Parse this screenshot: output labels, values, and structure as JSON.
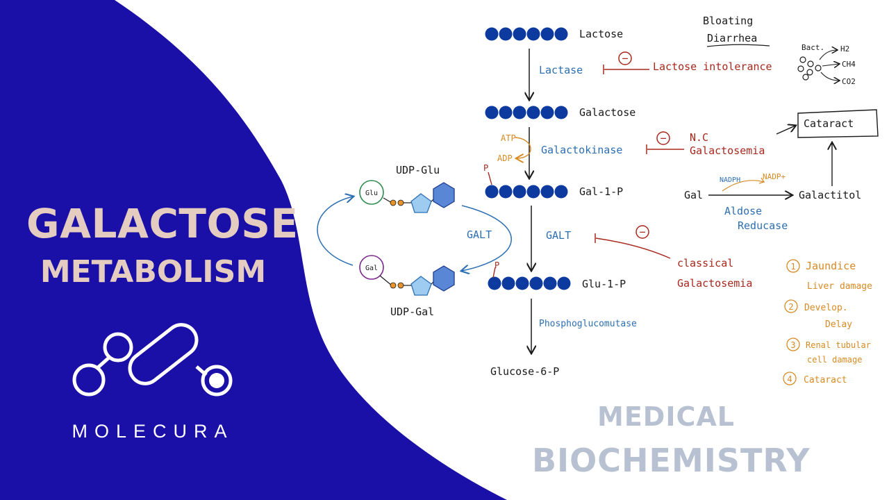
{
  "title": {
    "line1": "GALACTOSE",
    "line2": "METABOLISM"
  },
  "brand": {
    "name": "MOLECURA"
  },
  "subtitle": {
    "line1": "MEDICAL",
    "line2": "BIOCHEMISTRY"
  },
  "colors": {
    "panel": "#1a0fa7",
    "title": "#e4cdc0",
    "subtitle": "#b7c1d1",
    "bead": "#0d3a9e",
    "enzyme": "#2c6fb3",
    "disease": "#a8281d",
    "symptom": "#d88a23",
    "ink": "#1a1a1a"
  },
  "pathway": {
    "compounds": [
      "Lactose",
      "Galactose",
      "Gal-1-P",
      "Glu-1-P",
      "Glucose-6-P"
    ],
    "enzymes": [
      "Lactase",
      "Galactokinase",
      "GALT",
      "Phosphoglucomutase"
    ],
    "cofactors": [
      "ATP",
      "ADP"
    ],
    "phosphate": "P"
  },
  "lactose_intolerance": {
    "label": "Lactose intolerance",
    "symptoms": [
      "Bloating",
      "Diarrhea"
    ],
    "bacteria": "Bact.",
    "gases": [
      "H2",
      "CH4",
      "CO2"
    ]
  },
  "nc_galactosemia": {
    "line1": "N.C",
    "line2": "Galactosemia",
    "outcome": "Cataract"
  },
  "polyol": {
    "substrate": "Gal",
    "cofactor_in": "NADPH",
    "cofactor_out": "NADP+",
    "product": "Galactitol",
    "enzyme_line1": "Aldose",
    "enzyme_line2": "Reducase"
  },
  "classical": {
    "line1": "classical",
    "line2": "Galactosemia",
    "effects": [
      {
        "num": "1",
        "line1": "Jaundice",
        "line2": "Liver damage"
      },
      {
        "num": "2",
        "line1": "Develop.",
        "line2": "Delay"
      },
      {
        "num": "3",
        "line1": "Renal tubular",
        "line2": "cell damage"
      },
      {
        "num": "4",
        "line1": "Cataract",
        "line2": ""
      }
    ]
  },
  "udp_cycle": {
    "top": "UDP-Glu",
    "bottom": "UDP-Gal",
    "glu": "Glu",
    "gal": "Gal",
    "enzyme": "GALT"
  },
  "inhibit": "−"
}
